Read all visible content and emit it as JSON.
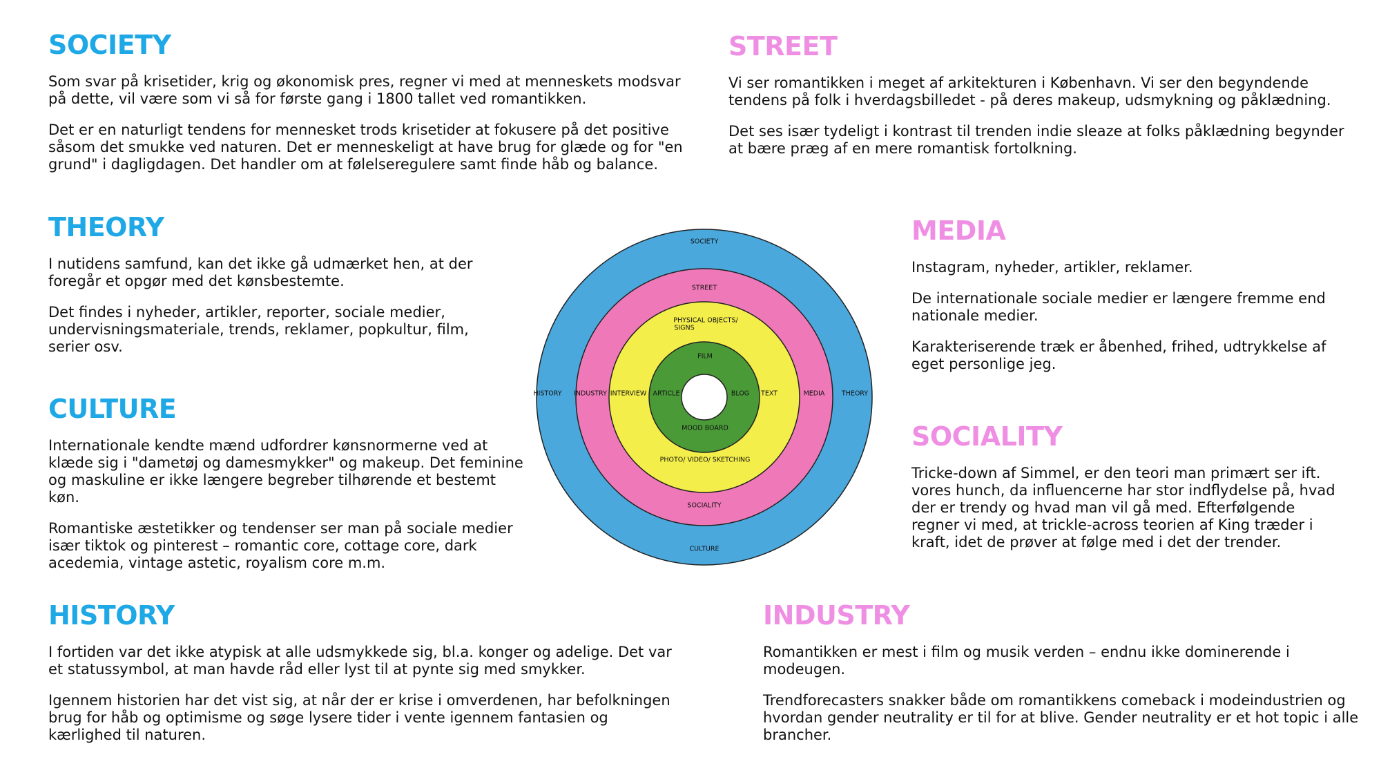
{
  "sections": {
    "society": {
      "title": "SOCIETY",
      "paragraphs": [
        "Som svar på krisetider, krig og økonomisk pres, regner vi med at menneskets modsvar på dette, vil være som vi så for første gang i 1800 tallet ved romantikken.",
        "Det er en naturligt tendens for mennesket trods krisetider at fokusere på det positive såsom det smukke ved naturen. Det er menneskeligt at have brug for glæde og for \"en grund\" i dagligdagen. Det handler om at følelseregulere samt finde håb og balance."
      ]
    },
    "street": {
      "title": "STREET",
      "paragraphs": [
        "Vi ser romantikken i meget af arkitekturen i København. Vi ser den begyndende tendens på folk i hverdagsbilledet - på deres makeup, udsmykning og påklædning.",
        "Det ses især tydeligt i kontrast til trenden indie sleaze at folks påklædning begynder at bære præg af en mere romantisk fortolkning."
      ]
    },
    "theory": {
      "title": "THEORY",
      "paragraphs": [
        "I nutidens samfund, kan det ikke gå udmærket hen, at der foregår et opgør med det kønsbestemte.",
        "Det findes i nyheder, artikler, reporter, sociale medier, undervisningsmateriale, trends, reklamer, popkultur, film, serier osv."
      ]
    },
    "media": {
      "title": "MEDIA",
      "paragraphs": [
        "Instagram, nyheder, artikler, reklamer.",
        "De internationale sociale medier er længere fremme end nationale medier.",
        "Karakteriserende træk er åbenhed, frihed, udtrykkelse af eget personlige jeg."
      ]
    },
    "culture": {
      "title": "CULTURE",
      "paragraphs": [
        "Internationale kendte mænd udfordrer kønsnormerne ved at klæde sig i \"dametøj og damesmykker\" og makeup. Det feminine og maskuline er ikke længere begreber tilhørende et bestemt køn.",
        "Romantiske æstetikker og tendenser ser man på sociale medier især tiktok og pinterest – romantic core, cottage core, dark acedemia, vintage astetic, royalism core m.m."
      ]
    },
    "sociality": {
      "title": "SOCIALITY",
      "paragraphs": [
        "Tricke-down af Simmel, er den teori man primært ser ift. vores hunch, da influencerne har stor indflydelse på, hvad der er trendy og hvad man vil gå med. Efterfølgende regner vi med, at trickle-across teorien af King træder i kraft, idet de prøver at følge med i det der trender."
      ]
    },
    "history": {
      "title": "HISTORY",
      "paragraphs": [
        "I fortiden var det ikke atypisk at alle udsmykkede sig, bl.a. konger og adelige. Det var et statussymbol, at man havde råd eller lyst til at pynte sig med smykker.",
        "Igennem historien har det vist sig, at når der er krise i omverdenen, har befolkningen brug for håb og optimisme og søge lysere tider i vente igennem fantasien og kærlighed til naturen."
      ]
    },
    "industry": {
      "title": "INDUSTRY",
      "paragraphs": [
        "Romantikken er mest i film og musik verden – endnu ikke dominerende i modeugen.",
        "Trendforecasters snakker både om romantikkens comeback i modeindustrien og hvordan gender neutrality er til for at blive. Gender neutrality er et hot topic i alle brancher."
      ]
    }
  },
  "diagram": {
    "rings": {
      "outer_color": "#4aa8dd",
      "second_color": "#ef79b8",
      "third_color": "#f4ee4a",
      "inner_color": "#4a9a38",
      "center_color": "#ffffff"
    },
    "labels": {
      "society": "SOCIETY",
      "history": "HISTORY",
      "theory": "THEORY",
      "culture": "CULTURE",
      "street": "STREET",
      "industry": "INDUSTRY",
      "media": "MEDIA",
      "sociality": "SOCIALITY",
      "physical_line1": "PHYSICAL OBJECTS/",
      "physical_line2": "SIGNS",
      "interview": "INTERVIEW",
      "text": "TEXT",
      "photo": "PHOTO/ VIDEO/ SKETCHING",
      "film": "FILM",
      "article": "ARTICLE",
      "blog": "BLOG",
      "mood_board": "MOOD BOARD"
    }
  }
}
